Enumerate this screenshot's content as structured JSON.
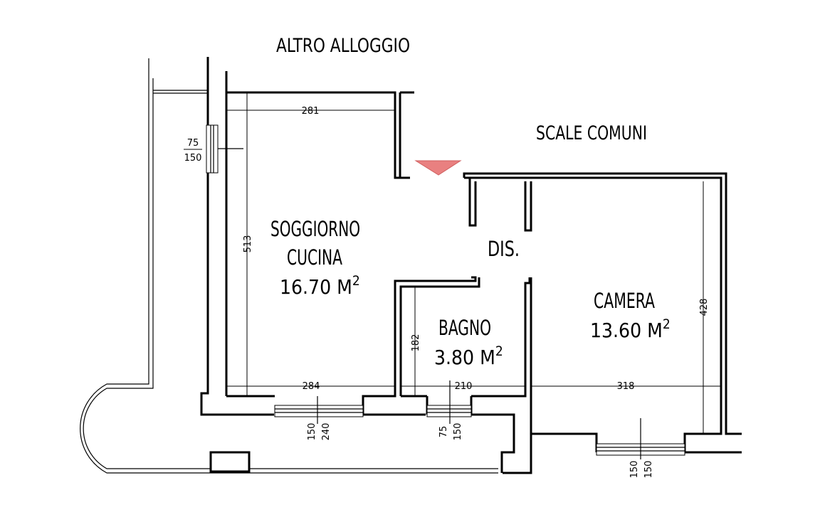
{
  "labels": {
    "altro_alloggio": "ALTRO ALLOGGIO",
    "scale_comuni": "SCALE COMUNI",
    "dis": "DIS.",
    "soggiorno_line1": "SOGGIORNO",
    "soggiorno_line2": "CUCINA",
    "soggiorno_area": "16.70 M",
    "bagno": "BAGNO",
    "bagno_area": "3.80 M",
    "camera": "CAMERA",
    "camera_area": "13.60 M",
    "sq": "2"
  },
  "dimensions": {
    "d281": "281",
    "d513": "513",
    "d284": "284",
    "d210": "210",
    "d318": "318",
    "d182": "182",
    "d428": "428",
    "win_left_a": "75",
    "win_left_b": "150",
    "win_sog_a": "150",
    "win_sog_b": "240",
    "win_bagno_a": "75",
    "win_bagno_b": "150",
    "win_cam_a": "150",
    "win_cam_b": "150"
  },
  "colors": {
    "entrance_marker": "#e98080",
    "walls": "#000000",
    "background": "#ffffff"
  }
}
